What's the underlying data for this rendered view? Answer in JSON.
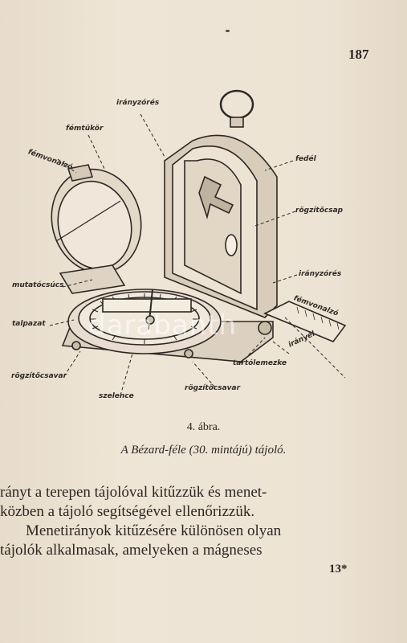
{
  "page": {
    "number": "187",
    "signature": "13*"
  },
  "figure": {
    "watermark": "darabanth",
    "labels": [
      "irányzórés",
      "fémtükör",
      "fémvonalzó",
      "fedél",
      "rögzítőcsap",
      "irányzórés",
      "mutatócsúcs",
      "fémvonalzó",
      "talpazat",
      "irányél",
      "tartólemezke",
      "rögzítőcsavar",
      "rögzítőcsavar",
      "szelence"
    ],
    "number": "4. ábra.",
    "caption": "A Bézard-féle (30. mintájú) tájoló."
  },
  "body": {
    "lines": [
      "rányt a terepen tájolóval kitűzzük és menet-",
      "közben a tájoló segítségével ellenőrizzük.",
      "Menetirányok kitűzésére különösen olyan",
      "tájolók alkalmasak, amelyeken a mágneses"
    ]
  }
}
